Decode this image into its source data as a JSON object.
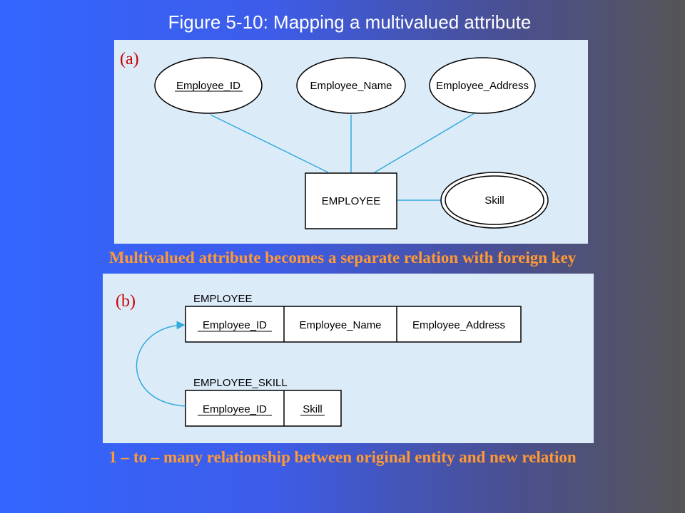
{
  "title": "Figure 5-10: Mapping a multivalued attribute",
  "panel_a": {
    "label": "(a)",
    "attributes": {
      "employee_id": "Employee_ID",
      "employee_name": "Employee_Name",
      "employee_address": "Employee_Address",
      "skill": "Skill"
    },
    "entity": "EMPLOYEE"
  },
  "caption_a": "Multivalued attribute becomes a separate relation with foreign key",
  "panel_b": {
    "label": "(b)",
    "relation1": {
      "name": "EMPLOYEE",
      "columns": [
        "Employee_ID",
        "Employee_Name",
        "Employee_Address"
      ]
    },
    "relation2": {
      "name": "EMPLOYEE_SKILL",
      "columns": [
        "Employee_ID",
        "Skill"
      ]
    }
  },
  "caption_b": "1 – to – many relationship between original entity and new relation",
  "colors": {
    "connector": "#33aadd",
    "caption": "#ff9933",
    "panel_label": "#cc0000",
    "panel_bg": "#dcebf8"
  }
}
